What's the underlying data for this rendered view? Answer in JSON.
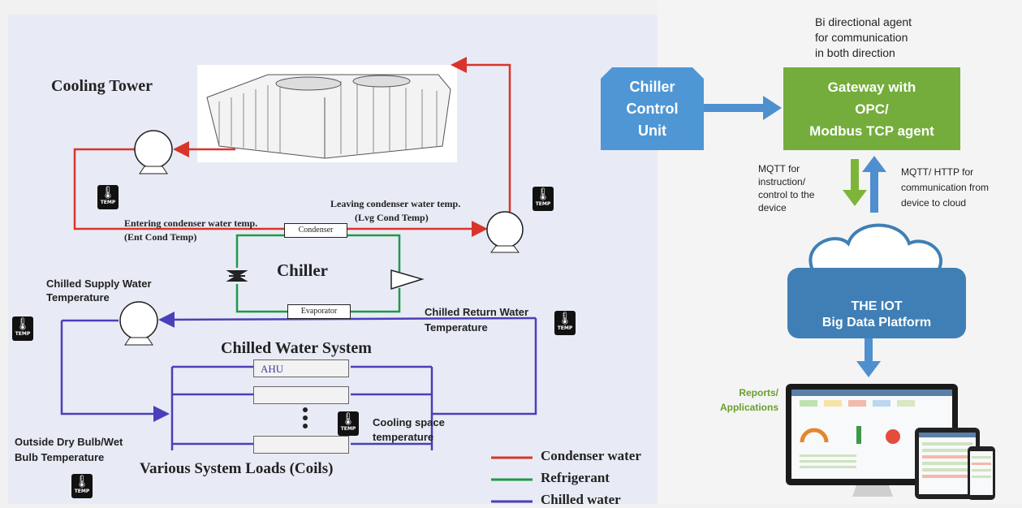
{
  "left": {
    "cooling_tower": "Cooling Tower",
    "chiller": "Chiller",
    "condenser": "Condenser",
    "evaporator": "Evaporator",
    "entering_temp_line1": "Entering condenser water temp.",
    "entering_temp_line2": "(Ent Cond Temp)",
    "leaving_temp_line1": "Leaving condenser water temp.",
    "leaving_temp_line2": "(Lvg Cond Temp)",
    "chilled_supply_line1": "Chilled Supply Water",
    "chilled_supply_line2": "Temperature",
    "chilled_return_line1": "Chilled Return Water",
    "chilled_return_line2": "Temperature",
    "chilled_water_system": "Chilled Water System",
    "ahu": "AHU",
    "cooling_space_line1": "Cooling space",
    "cooling_space_line2": "temperature",
    "outside_line1": "Outside Dry Bulb/Wet",
    "outside_line2": "Bulb Temperature",
    "various_loads": "Various System Loads (Coils)",
    "temp_icon_text": "TEMP"
  },
  "legend": [
    {
      "label": "Condenser water",
      "color": "#d9342b"
    },
    {
      "label": "Refrigerant",
      "color": "#1e9a4a"
    },
    {
      "label": "Chilled water",
      "color": "#4a3fb8"
    }
  ],
  "right": {
    "bidirectional_line1": "Bi directional agent",
    "bidirectional_line2": "for communication",
    "bidirectional_line3": "in both direction",
    "chiller_control_line1": "Chiller",
    "chiller_control_line2": "Control",
    "chiller_control_line3": "Unit",
    "gateway_line1": "Gateway with",
    "gateway_line2": "OPC/",
    "gateway_line3": "Modbus TCP agent",
    "mqtt_down_line1": "MQTT for",
    "mqtt_down_line2": "instruction/",
    "mqtt_down_line3": "control to the",
    "mqtt_down_line4": "device",
    "mqtt_up_line1": "MQTT/ HTTP for",
    "mqtt_up_line2": "communication from",
    "mqtt_up_line3": "device to cloud",
    "iot_line1": "THE IOT",
    "iot_line2": "Big Data Platform",
    "reports_line1": "Reports/",
    "reports_line2": "Applications"
  },
  "colors": {
    "condenser": "#d9342b",
    "refrigerant": "#1e9a4a",
    "chilled": "#4a3fb8",
    "blue_box": "#4f97d4",
    "green_box": "#74ad3b",
    "cloud_box": "#3f7fb5",
    "arrow_blue": "#4f8fcf",
    "arrow_green": "#7fb43a"
  }
}
